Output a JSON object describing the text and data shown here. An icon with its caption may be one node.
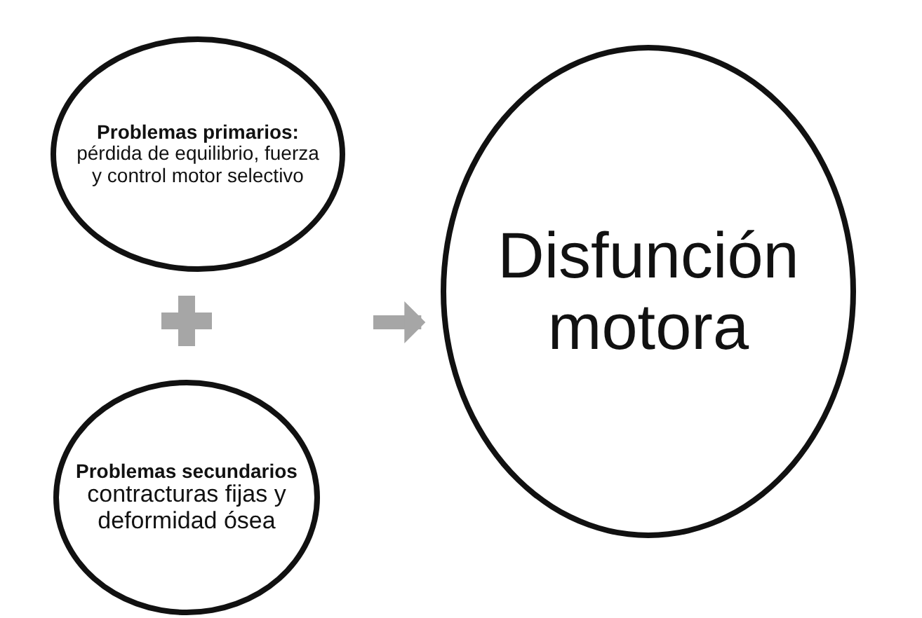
{
  "diagram": {
    "nodes": [
      {
        "text": [
          "Problemas primarios:",
          "pérdida de equilibrio, fuerza y control motor selectivo"
        ]
      },
      {
        "text": [
          "Problemas secundarios",
          "contracturas fijas y deformidad ósea"
        ]
      },
      {
        "text": [
          "Disfunción motora"
        ]
      }
    ],
    "edges": [
      {
        "from": null,
        "to": 2,
        "arrow": "to"
      }
    ]
  }
}
